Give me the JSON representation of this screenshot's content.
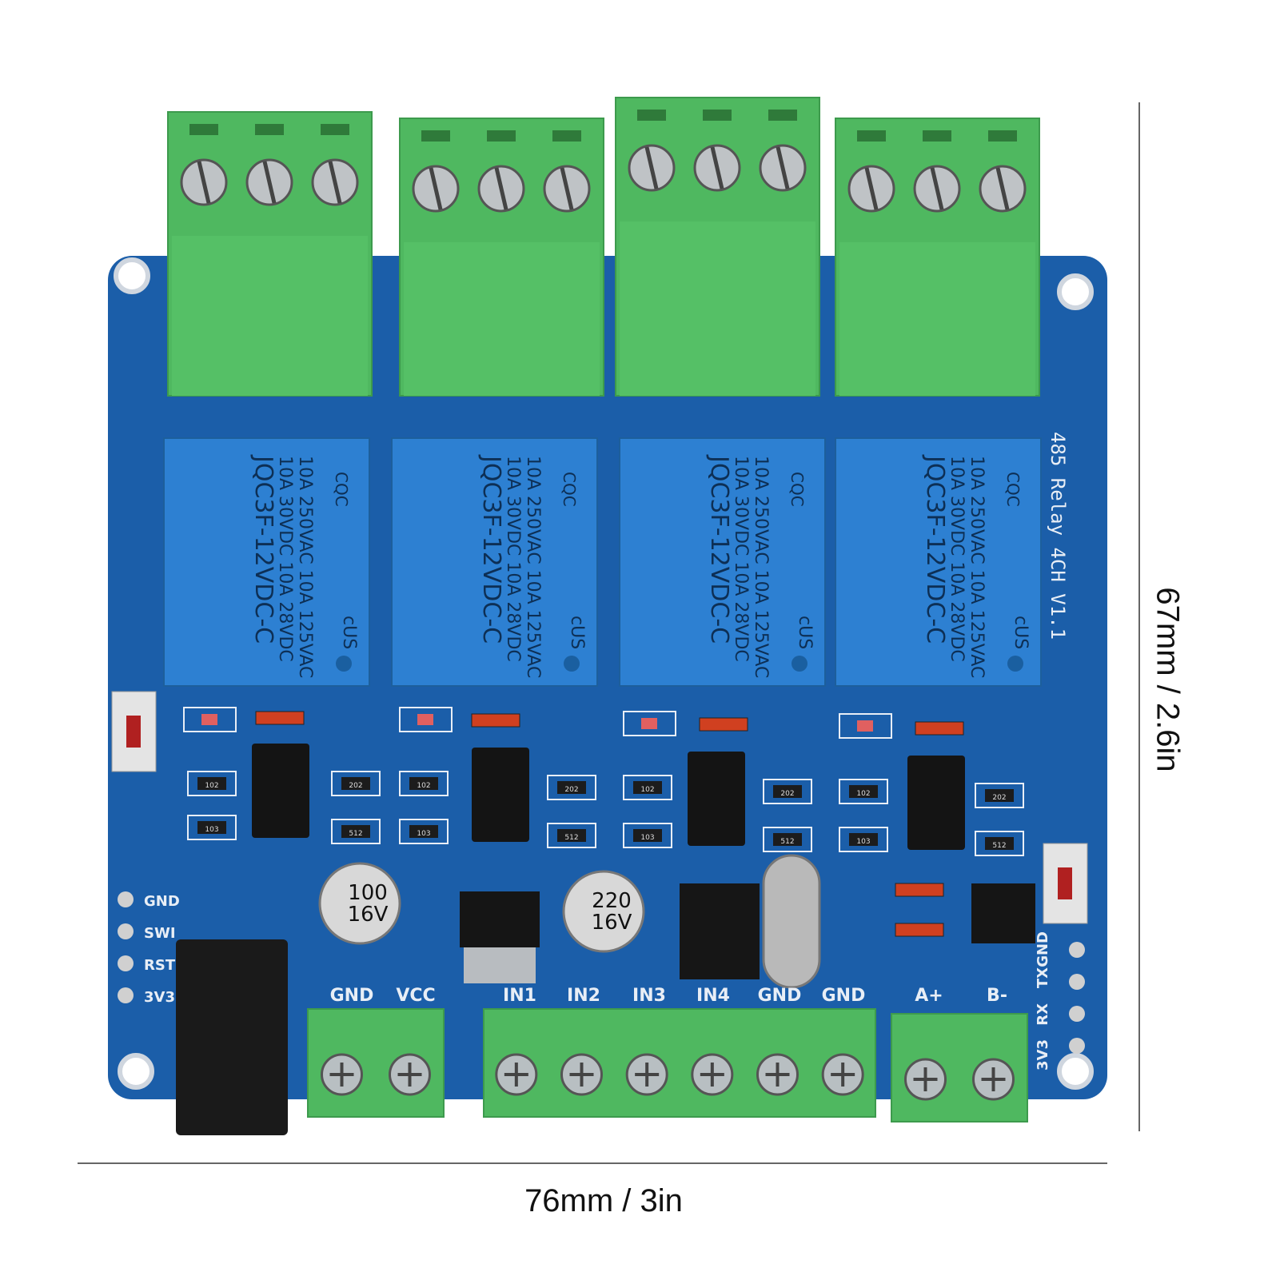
{
  "dimensions": {
    "width": "76mm / 3in",
    "height": "67mm / 2.6in"
  },
  "board": {
    "silkscreen_title": "485 Relay 4CH V1.1",
    "colors": {
      "pcb": "#1b5ea9",
      "relay": "#2d80d2",
      "terminal": "#4fb860",
      "jack": "#1a1a1a"
    },
    "relays": [
      {
        "brand": "CQC",
        "line1": "10A 250VAC 10A 125VAC",
        "line2": "10A 30VDC 10A 28VDC",
        "model": "JQC3F-12VDC-C",
        "cert": "cUS"
      },
      {
        "brand": "CQC",
        "line1": "10A 250VAC 10A 125VAC",
        "line2": "10A 30VDC 10A 28VDC",
        "model": "JQC3F-12VDC-C",
        "cert": "cUS"
      },
      {
        "brand": "CQC",
        "line1": "10A 250VAC 10A 125VAC",
        "line2": "10A 30VDC 10A 28VDC",
        "model": "JQC3F-12VDC-C",
        "cert": "cUS"
      },
      {
        "brand": "CQC",
        "line1": "10A 250VAC 10A 125VAC",
        "line2": "10A 30VDC 10A 28VDC",
        "model": "JQC3F-12VDC-C",
        "cert": "cUS"
      }
    ],
    "bottom_labels": [
      "GND",
      "VCC",
      "IN1",
      "IN2",
      "IN3",
      "IN4",
      "GND",
      "GND",
      "A+",
      "B-"
    ],
    "left_header": [
      "GND",
      "SWI",
      "RST",
      "3V3"
    ],
    "right_header": [
      "GND",
      "TX",
      "RX",
      "3V3"
    ],
    "capacitors": [
      {
        "value": "100",
        "voltage": "16V"
      },
      {
        "value": "220",
        "voltage": "16V"
      }
    ],
    "resistors": [
      "102",
      "103",
      "202",
      "512"
    ]
  }
}
